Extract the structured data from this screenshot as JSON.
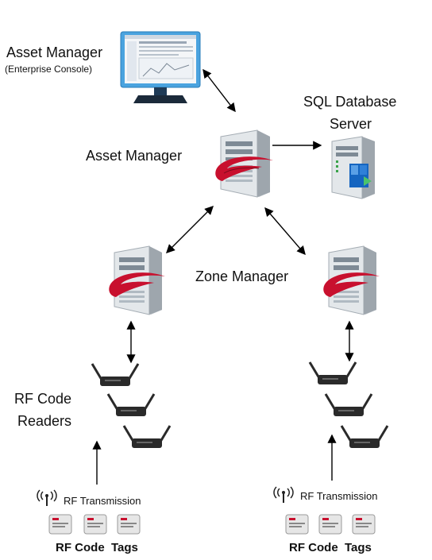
{
  "labels": {
    "console_title": "Asset Manager",
    "console_subtitle": "(Enterprise Console)",
    "asset_manager": "Asset Manager",
    "sql_line1": "SQL Database",
    "sql_line2": "Server",
    "zone_manager": "Zone Manager",
    "readers_line1": "RF Code",
    "readers_line2": "Readers",
    "transmission_left": "RF Transmission",
    "transmission_right": "RF Transmission",
    "tags_left": "RF Code  Tags",
    "tags_right": "RF Code  Tags"
  },
  "colors": {
    "server_body": "#c9ced3",
    "server_face": "#e7eaed",
    "brand_red": "#c8102e",
    "db_blue": "#1565c0",
    "db_green": "#3aa34a",
    "reader_body": "#2a2a2a",
    "monitor_frame": "#2f8fd0",
    "arrow": "#000000"
  },
  "icons": [
    "monitor-icon",
    "server-icon",
    "database-server-icon",
    "reader-icon",
    "tag-icon",
    "antenna-icon"
  ]
}
